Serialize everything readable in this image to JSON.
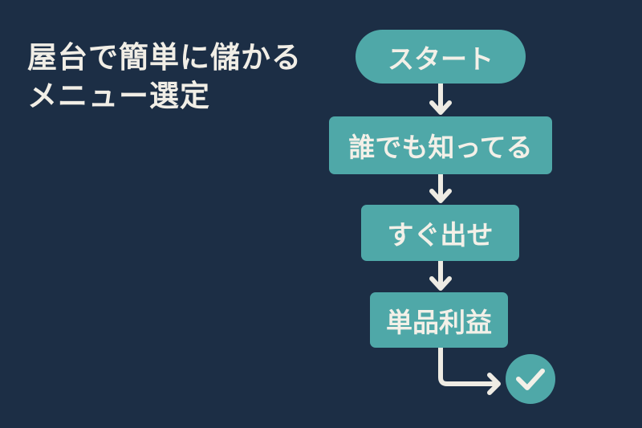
{
  "title": {
    "line1": "屋台で簡単に儲かる",
    "line2": "メニュー選定"
  },
  "flow": {
    "nodes": [
      "スタート",
      "誰でも知ってる",
      "すぐ出せ",
      "単品利益"
    ],
    "end_icon": "check-icon"
  },
  "colors": {
    "background": "#1c2e45",
    "node": "#4fa8a8",
    "text": "#f1eee6"
  }
}
